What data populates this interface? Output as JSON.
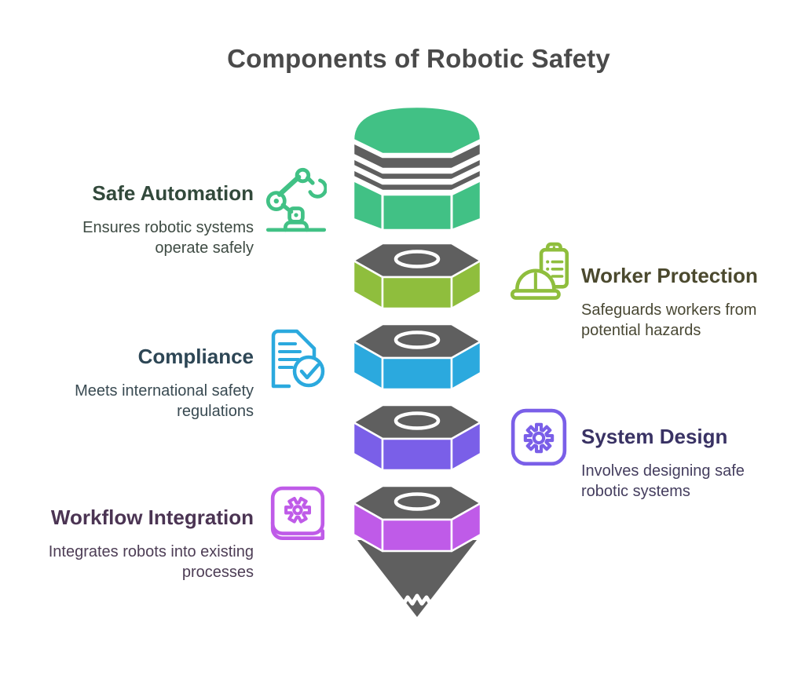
{
  "title": "Components of Robotic Safety",
  "colors": {
    "background": "#FFFFFF",
    "title_text": "#4A4A4A",
    "pencil_gray": "#5F5F5F",
    "separator_white": "#FFFFFF"
  },
  "pencil": {
    "tip_color": "#5F5F5F",
    "band_color": "#5F5F5F",
    "top_face_color": "#5F5F5F",
    "segments": [
      {
        "name": "eraser-cap-safe-automation",
        "color": "#41C185"
      },
      {
        "name": "segment-worker-protection",
        "color": "#8FBE3D"
      },
      {
        "name": "segment-compliance",
        "color": "#2BA9DE"
      },
      {
        "name": "segment-system-design",
        "color": "#7A5FE8"
      },
      {
        "name": "segment-workflow-integration",
        "color": "#BF5BE8"
      }
    ]
  },
  "sections": [
    {
      "id": "safe-automation",
      "side": "left",
      "title": "Safe Automation",
      "description": "Ensures robotic systems operate safely",
      "icon": "robot-arm-icon",
      "accent": "#41C185"
    },
    {
      "id": "worker-protection",
      "side": "right",
      "title": "Worker Protection",
      "description": "Safeguards workers from potential hazards",
      "icon": "hard-hat-clipboard-icon",
      "accent": "#8FBE3D"
    },
    {
      "id": "compliance",
      "side": "left",
      "title": "Compliance",
      "description": "Meets international safety regulations",
      "icon": "document-check-icon",
      "accent": "#2BA9DE"
    },
    {
      "id": "system-design",
      "side": "right",
      "title": "System Design",
      "description": "Involves designing safe robotic systems",
      "icon": "gear-icon",
      "accent": "#7A5FE8"
    },
    {
      "id": "workflow-integration",
      "side": "left",
      "title": "Workflow Integration",
      "description": "Integrates robots into existing processes",
      "icon": "book-gear-icon",
      "accent": "#BF5BE8"
    }
  ]
}
